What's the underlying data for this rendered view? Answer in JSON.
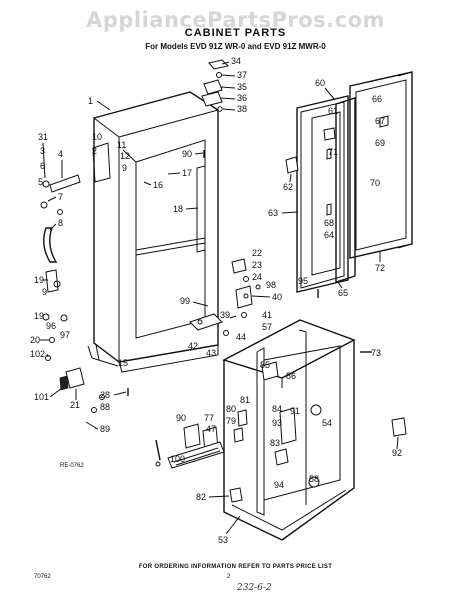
{
  "watermark": "AppliancePartsPros.com",
  "title": "CABINET PARTS",
  "subtitle": "For Models EVD 91Z WR-0 and EVD 91Z MWR-0",
  "footer": "FOR ORDERING INFORMATION REFER TO PARTS PRICE LIST",
  "page_number": "2",
  "bottom_left_code": "70762",
  "handwritten_note": "232-6-2",
  "reference_code": "RE-0762",
  "callouts": [
    "1",
    "2",
    "3",
    "4",
    "5",
    "6",
    "7",
    "8",
    "9",
    "10",
    "11",
    "12",
    "15",
    "16",
    "17",
    "18",
    "19",
    "19",
    "20",
    "21",
    "22",
    "23",
    "24",
    "28",
    "31",
    "34",
    "35",
    "36",
    "37",
    "38",
    "39",
    "40",
    "41",
    "42",
    "43",
    "44",
    "47",
    "53",
    "54",
    "57",
    "58",
    "60",
    "61",
    "62",
    "63",
    "64",
    "65",
    "66",
    "67",
    "68",
    "69",
    "70",
    "71",
    "72",
    "73",
    "77",
    "79",
    "80",
    "81",
    "82",
    "83",
    "84",
    "85",
    "86",
    "88",
    "89",
    "90",
    "90",
    "91",
    "92",
    "93",
    "94",
    "95",
    "96",
    "97",
    "98",
    "99",
    "100",
    "101",
    "102"
  ]
}
